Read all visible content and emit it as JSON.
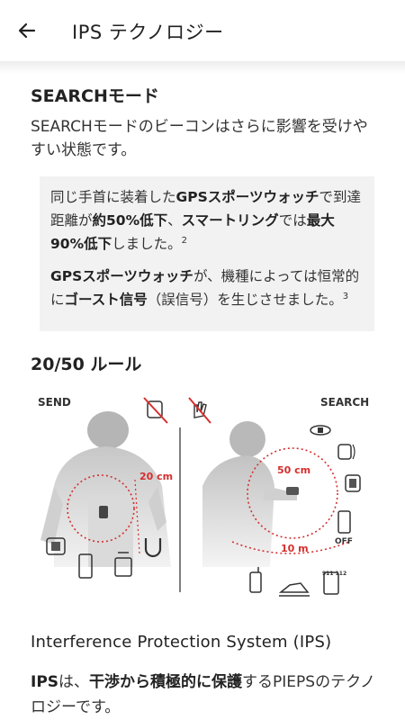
{
  "header": {
    "title": "IPS テクノロジー"
  },
  "search_section": {
    "heading": "SEARCHモード",
    "intro": "SEARCHモードのビーコンはさらに影響を受けやすい状態です。",
    "callout": {
      "p1": [
        {
          "t": "同じ手首に装着した",
          "b": false
        },
        {
          "t": "GPSスポーツウォッチ",
          "b": true
        },
        {
          "t": "で到達距離が",
          "b": false
        },
        {
          "t": "約50%低下",
          "b": true
        },
        {
          "t": "、",
          "b": false
        },
        {
          "t": "スマートリング",
          "b": true
        },
        {
          "t": "では",
          "b": false
        },
        {
          "t": "最大90%低下",
          "b": true
        },
        {
          "t": "しました。",
          "b": false
        },
        {
          "t": "2",
          "sup": true
        }
      ],
      "p2": [
        {
          "t": "GPSスポーツウォッチ",
          "b": true
        },
        {
          "t": "が、機種によっては恒常的に",
          "b": false
        },
        {
          "t": "ゴースト信号",
          "b": true
        },
        {
          "t": "（誤信号）を生じさせました。",
          "b": false
        },
        {
          "t": "3",
          "sup": true
        }
      ]
    }
  },
  "rule_section": {
    "heading": "20/50 ルール",
    "send_label": "SEND",
    "search_label": "SEARCH",
    "send_distance": "20 cm",
    "search_distance": "50 cm",
    "search_far_distance": "10 m",
    "off_label": "OFF",
    "radio_numbers": "911 112"
  },
  "ips_section": {
    "heading": "Interference Protection System (IPS)",
    "body": [
      {
        "t": "IPS",
        "b": true
      },
      {
        "t": "は、",
        "b": false
      },
      {
        "t": "干渉から積極的に保護",
        "b": true
      },
      {
        "t": "するPIEPSのテクノロジーです。",
        "b": false
      }
    ]
  },
  "colors": {
    "accent_red": "#d62e2e",
    "callout_bg": "#f1f2f1"
  }
}
